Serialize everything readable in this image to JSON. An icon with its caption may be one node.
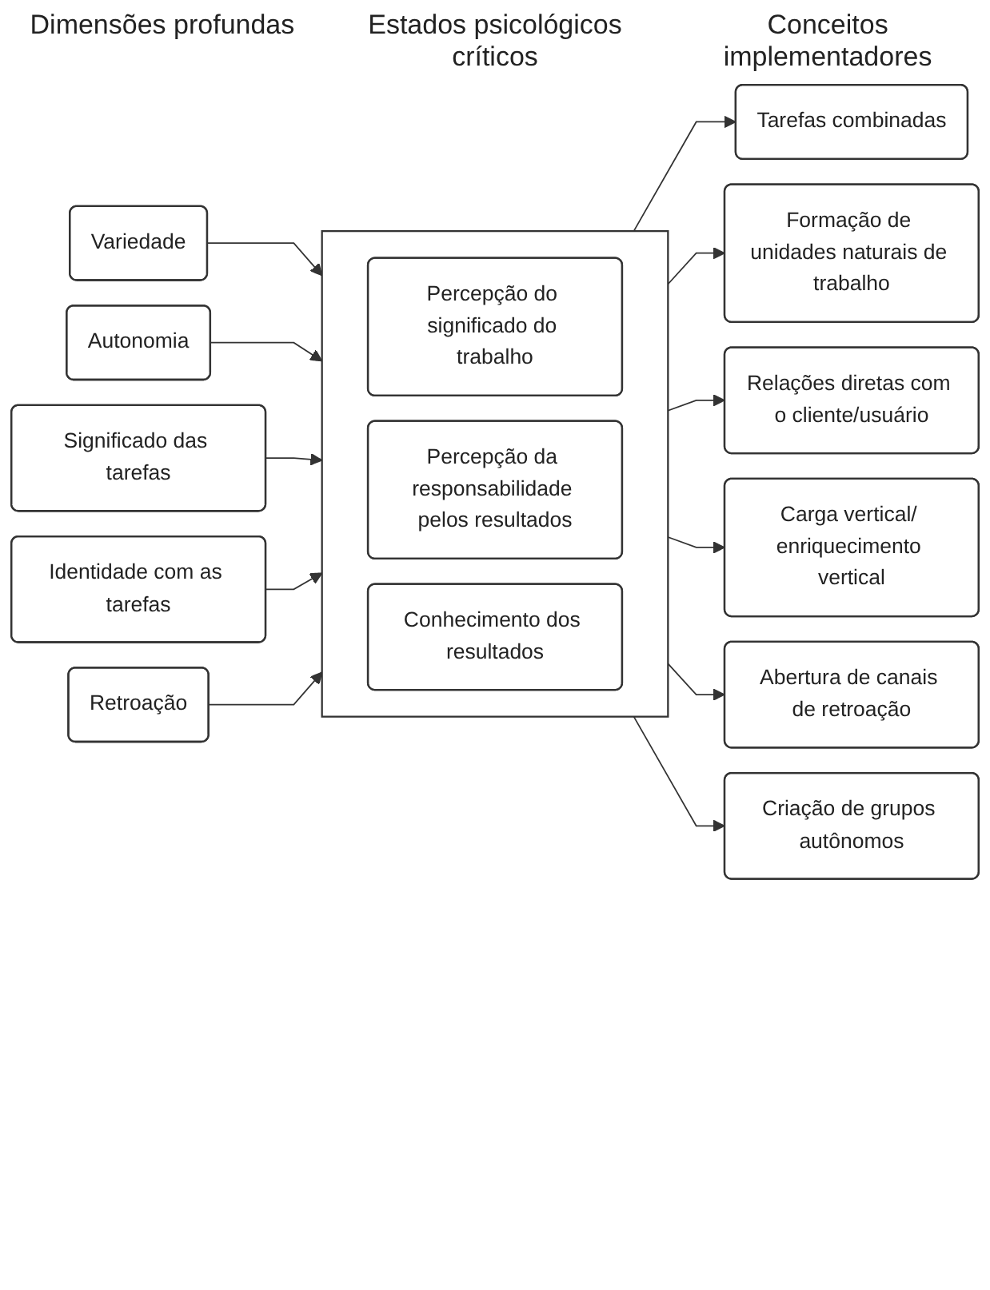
{
  "diagram": {
    "nodes": [
      {
        "text": [
          "Variedade"
        ]
      },
      {
        "text": [
          "Autonomia"
        ]
      },
      {
        "text": [
          "Significado das tarefas"
        ]
      },
      {
        "text": [
          "Identidade com as tarefas"
        ]
      },
      {
        "text": [
          "Retroação"
        ]
      },
      {
        "text": [],
        "shape": "box"
      },
      {
        "text": [
          "Percepção do significado do trabalho"
        ],
        "in": 5
      },
      {
        "text": [
          "Percepção da responsabilidade pelos resultados"
        ],
        "in": 5
      },
      {
        "text": [
          "Conhecimento dos resultados"
        ],
        "in": 5
      },
      {
        "text": [
          "Tarefas combinadas"
        ]
      },
      {
        "text": [
          "Formação de unidades naturais de trabalho"
        ]
      },
      {
        "text": [
          "Relações diretas com o cliente/usuário"
        ]
      },
      {
        "text": [
          "Carga vertical/ enriquecimento vertical"
        ]
      },
      {
        "text": [
          "Abertura de canais de retroação"
        ]
      },
      {
        "text": [
          "Criação de grupos autônomos"
        ]
      }
    ],
    "edges": [
      {
        "from": 0,
        "to": 5,
        "arrow": "to"
      },
      {
        "from": 1,
        "to": 5,
        "arrow": "to"
      },
      {
        "from": 2,
        "to": 5,
        "arrow": "to"
      },
      {
        "from": 3,
        "to": 5,
        "arrow": "to"
      },
      {
        "from": 4,
        "to": 5,
        "arrow": "to"
      },
      {
        "from": 5,
        "to": 9,
        "arrow": "to"
      },
      {
        "from": 5,
        "to": 10,
        "arrow": "to"
      },
      {
        "from": 5,
        "to": 11,
        "arrow": "to"
      },
      {
        "from": 5,
        "to": 12,
        "arrow": "to"
      },
      {
        "from": 5,
        "to": 13,
        "arrow": "to"
      },
      {
        "from": 5,
        "to": 14,
        "arrow": "to"
      }
    ],
    "labels": [
      "Dimensões profundas",
      "Estados psicológicos críticos",
      "Conceitos implementadores"
    ]
  }
}
